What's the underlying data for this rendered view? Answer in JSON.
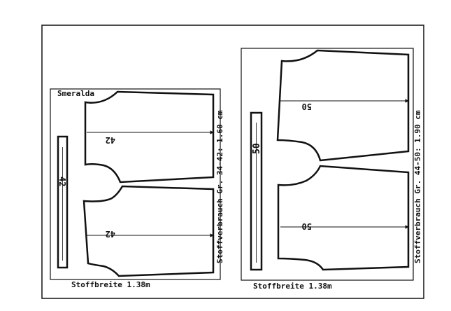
{
  "layout_left": {
    "name": "Smeralda",
    "fabric_width_label": "Stoffbreite 1.38m",
    "consumption_label": "Stoffverbrauch Gr. 34-42: 1.60 cm",
    "size_label": "42"
  },
  "layout_right": {
    "fabric_width_label": "Stoffbreite 1.38m",
    "consumption_label": "Stoffverbrauch Gr. 44-50: 1.90 cm",
    "size_label": "50"
  },
  "colors": {
    "line": "#111111",
    "background": "#ffffff"
  }
}
